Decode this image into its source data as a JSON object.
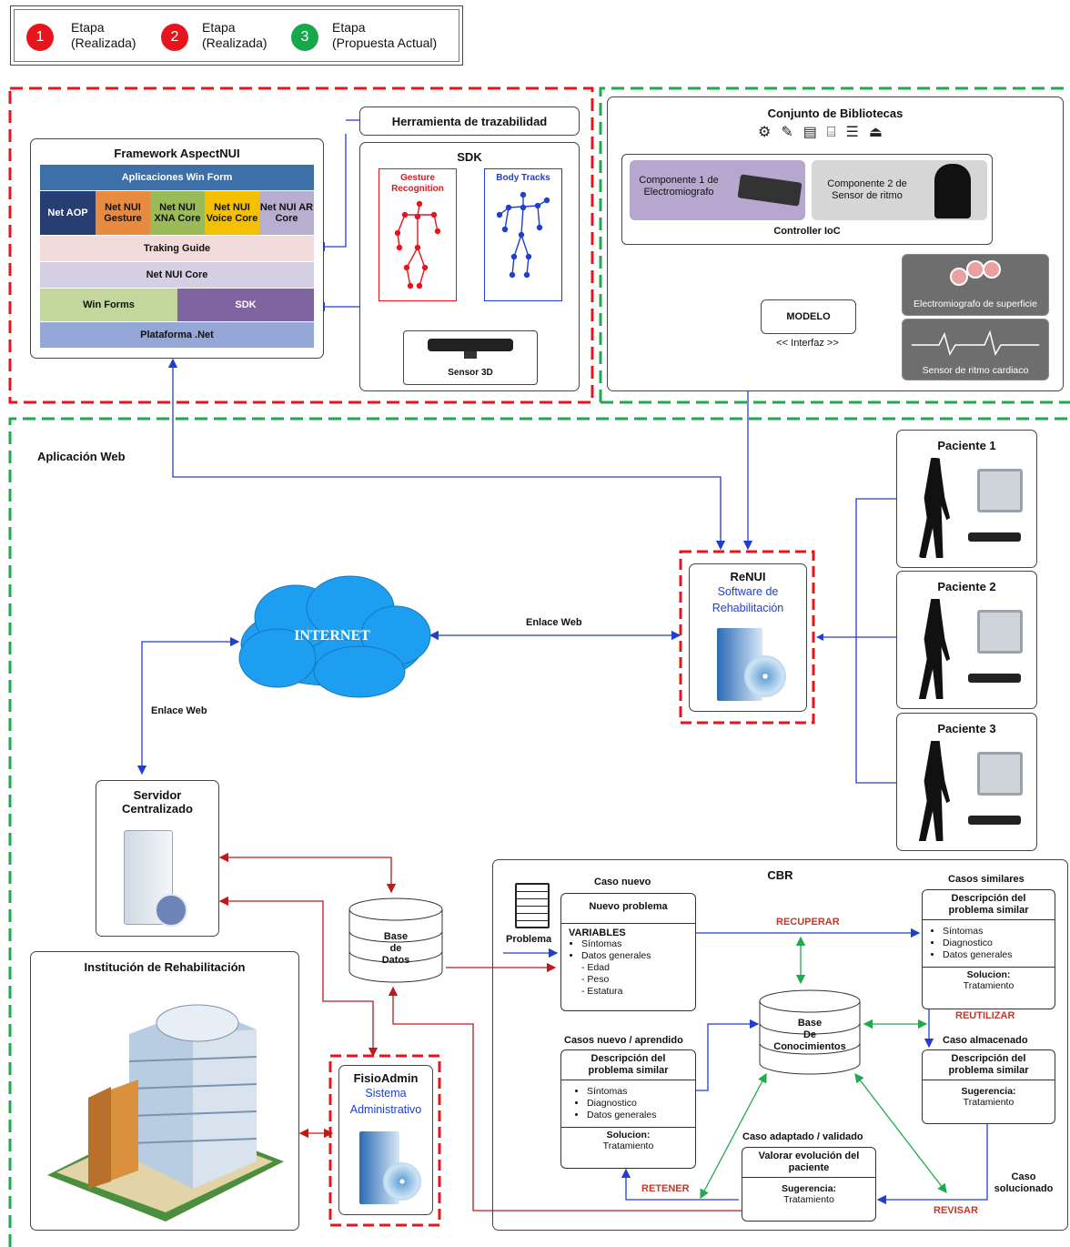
{
  "legend": [
    {
      "num": "1",
      "title": "Etapa",
      "status": "(Realizada)",
      "color": "#e8141b"
    },
    {
      "num": "2",
      "title": "Etapa",
      "status": "(Realizada)",
      "color": "#e8141b"
    },
    {
      "num": "3",
      "title": "Etapa",
      "status": "(Propuesta Actual)",
      "color": "#17a84c"
    }
  ],
  "framework": {
    "title": "Framework AspectNUI",
    "row1": "Aplicaciones Win Form",
    "modules": [
      "Net AOP",
      "Net NUI Gesture",
      "Net NUI XNA Core",
      "Net NUI Voice Core",
      "Net NUI AR Core"
    ],
    "traking": "Traking Guide",
    "core": "Net NUI Core",
    "winforms": "Win Forms",
    "sdk": "SDK",
    "platform": "Plataforma .Net"
  },
  "trace": {
    "title": "Herramienta de trazabilidad"
  },
  "sdk": {
    "title": "SDK",
    "gesture": "Gesture Recognition",
    "body": "Body Tracks",
    "sensor": "Sensor 3D"
  },
  "libs": {
    "title": "Conjunto de Bibliotecas",
    "comp1": "Componente 1 de Electromiografo",
    "comp2": "Componente 2 de Sensor de ritmo",
    "controller": "Controller IoC",
    "modelo": "MODELO",
    "interfaz": "<< Interfaz >>",
    "emg": "Electromiografo de superficie",
    "ritmo": "Sensor de ritmo cardiaco"
  },
  "web": {
    "title": "Aplicación Web",
    "internet": "INTERNET",
    "enlace1": "Enlace Web",
    "enlace2": "Enlace Web"
  },
  "renui": {
    "title": "ReNUI",
    "sub1": "Software de",
    "sub2": "Rehabilitación"
  },
  "patients": [
    "Paciente 1",
    "Paciente 2",
    "Paciente 3"
  ],
  "server": {
    "l1": "Servidor",
    "l2": "Centralizado"
  },
  "db": {
    "l1": "Base",
    "l2": "de",
    "l3": "Datos"
  },
  "institution": {
    "title": "Institución de Rehabilitación"
  },
  "fisio": {
    "title": "FisioAdmin",
    "sub1": "Sistema",
    "sub2": "Administrativo"
  },
  "cbr": {
    "title": "CBR",
    "problema": "Problema",
    "caso_nuevo": "Caso nuevo",
    "nuevo_problema": "Nuevo problema",
    "variables": "VARIABLES",
    "vars": [
      "Síntomas",
      "Datos generales"
    ],
    "subvars": [
      "- Edad",
      "- Peso",
      "- Estatura"
    ],
    "recuperar": "RECUPERAR",
    "casos_similares": "Casos similares",
    "desc_sim": "Descripción del problema similar",
    "sim_items": [
      "Síntomas",
      "Diagnostico",
      "Datos generales"
    ],
    "solucion": "Solucion:",
    "tratamiento": "Tratamiento",
    "reutilizar": "REUTILIZAR",
    "caso_almacenado": "Caso almacenado",
    "sugerencia": "Sugerencia:",
    "kb": [
      "Base",
      "De",
      "Conocimientos"
    ],
    "casos_aprendido": "Casos nuevo / aprendido",
    "caso_adaptado": "Caso adaptado / validado",
    "valorar": "Valorar evolución del paciente",
    "retener": "RETENER",
    "revisar": "REVISAR",
    "caso_sol": "Caso solucionado"
  }
}
